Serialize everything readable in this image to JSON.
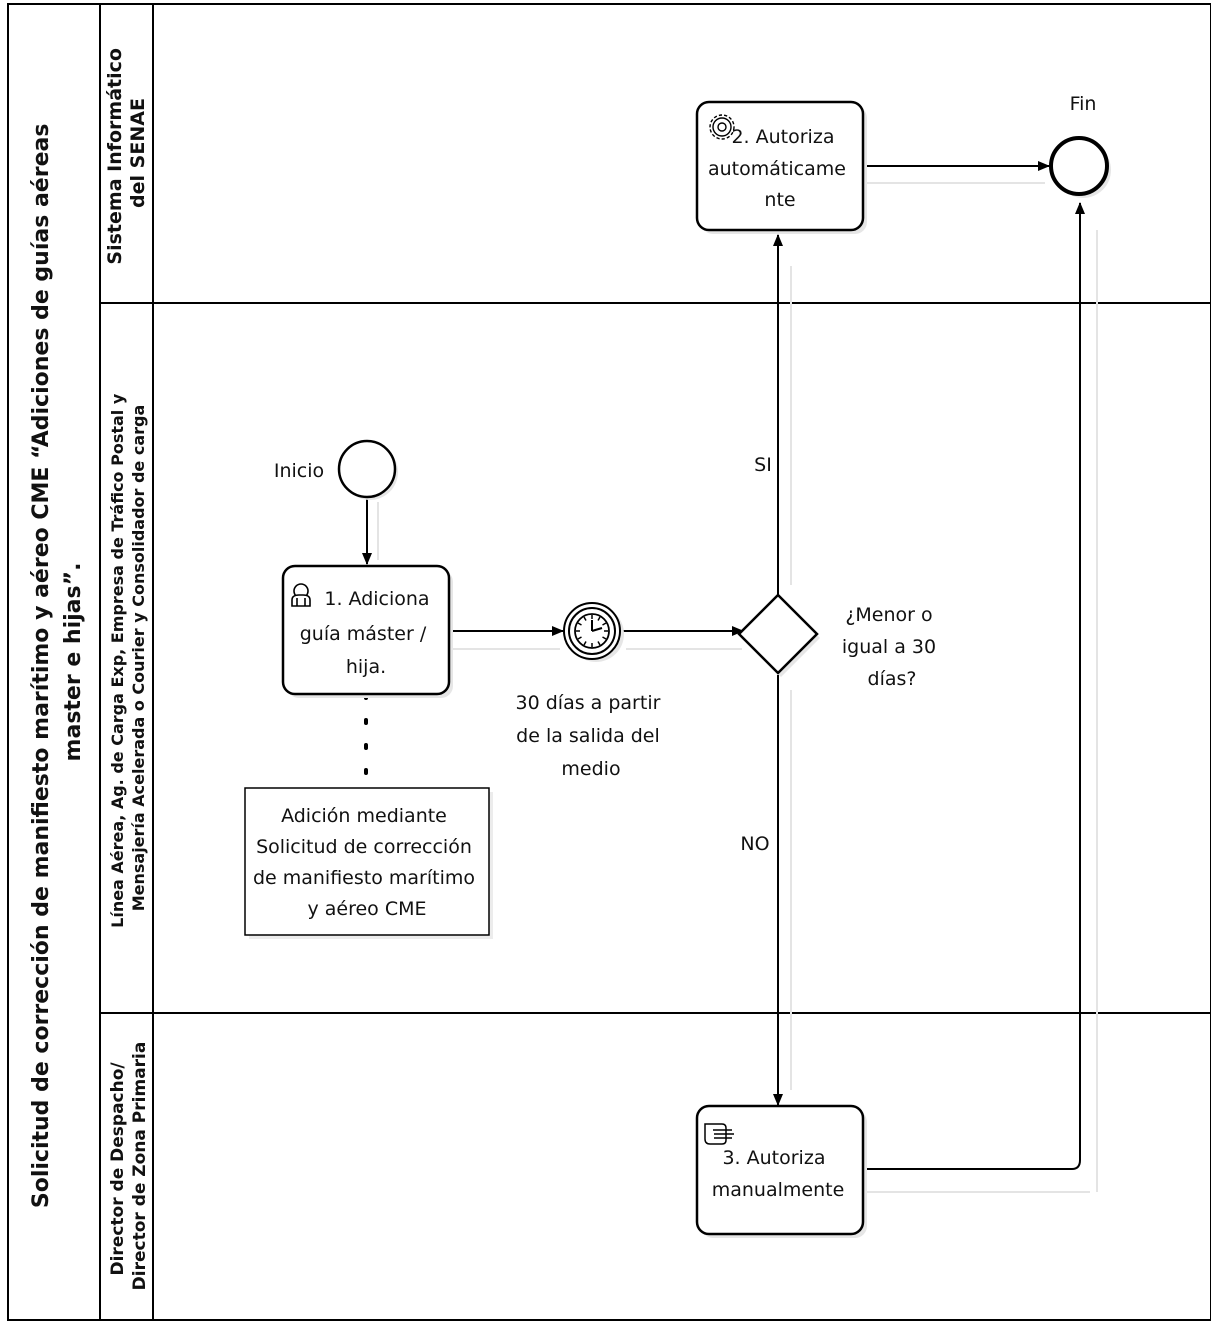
{
  "pool": {
    "title_lines": [
      "Solicitud de corrección de manifiesto marítimo y aéreo CME “Adiciones de guías aéreas",
      "master e hijas”."
    ]
  },
  "lanes": {
    "senae": {
      "lines": [
        "Sistema Informático",
        "del SENAE"
      ]
    },
    "operators": {
      "lines": [
        "Línea Aérea, Ag. de Carga Exp, Empresa de Tráfico Postal y",
        "Mensajería Acelerada o Courier y Consolidador de carga"
      ]
    },
    "director": {
      "lines": [
        "Director de Despacho/",
        "Director de Zona Primaria"
      ]
    }
  },
  "events": {
    "start": {
      "label": "Inicio",
      "icon": "start-event-circle"
    },
    "timer": {
      "label_lines": [
        "30 días a partir",
        "de la salida del",
        "medio"
      ],
      "icon": "clock-icon"
    },
    "end": {
      "label": "Fin",
      "icon": "end-event-circle"
    }
  },
  "tasks": {
    "t1": {
      "lines": [
        "1. Adiciona",
        "guía máster /",
        "hija."
      ],
      "icon": "user-icon"
    },
    "t2": {
      "lines": [
        "2. Autoriza",
        "automáticame",
        "nte"
      ],
      "icon": "gear-icon"
    },
    "t3": {
      "lines": [
        "3. Autoriza",
        "manualmente"
      ],
      "icon": "hand-icon"
    }
  },
  "gateway": {
    "question_lines": [
      "¿Menor o",
      "igual a 30",
      "días?"
    ],
    "yes_label": "SI",
    "no_label": "NO"
  },
  "annotation": {
    "lines": [
      "Adición mediante",
      "Solicitud de corrección",
      "de manifiesto marítimo",
      "y aéreo CME"
    ]
  },
  "colors": {
    "stroke": "#000000",
    "background": "#ffffff",
    "shadow": "#e4e4e4"
  }
}
